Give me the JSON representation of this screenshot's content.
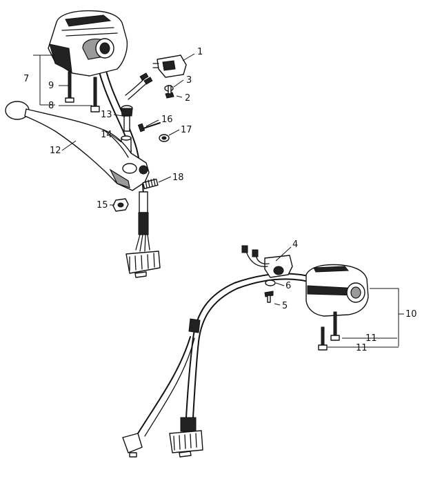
{
  "labels": {
    "l1": "1",
    "l2": "2",
    "l3": "3",
    "l4": "4",
    "l5": "5",
    "l6": "6",
    "l7": "7",
    "l8": "8",
    "l9": "9",
    "l10": "10",
    "l11a": "11",
    "l11b": "11",
    "l12": "12",
    "l13": "13",
    "l14": "14",
    "l15": "15",
    "l16": "16",
    "l17": "17",
    "l18": "18"
  }
}
